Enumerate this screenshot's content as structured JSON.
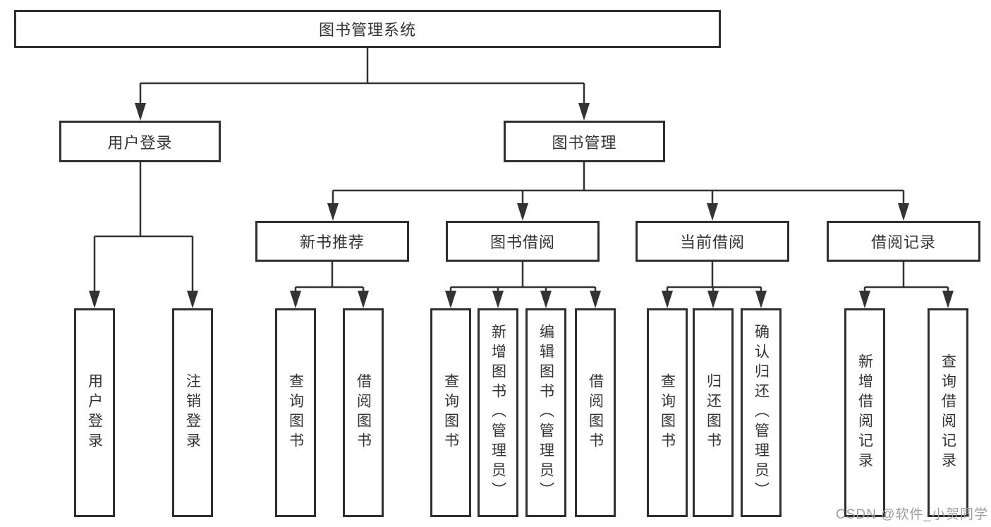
{
  "colors": {
    "line": "#333333",
    "border": "#2f2f2f",
    "text": "#333333",
    "background": "#ffffff",
    "watermark_text": "#9e9e9e"
  },
  "nodes": {
    "root": "图书管理系统",
    "user_login": "用户登录",
    "book_management": "图书管理",
    "new_book": "新书推荐",
    "book_borrow": "图书借阅",
    "current_borrow": "当前借阅",
    "borrow_records": "借阅记录"
  },
  "leaves": {
    "user": [
      "用户登录",
      "注销登录"
    ],
    "new_book": [
      "查询图书",
      "借阅图书"
    ],
    "book_borrow": [
      "查询图书",
      "新增图书（管理员）",
      "编辑图书（管理员）",
      "借阅图书"
    ],
    "current_borrow": [
      "查询图书",
      "归还图书",
      "确认归还（管理员）"
    ],
    "borrow_records": [
      "新增借阅记录",
      "查询借阅记录"
    ]
  },
  "watermark": {
    "text": "CSDN @软件_小贺同学"
  }
}
